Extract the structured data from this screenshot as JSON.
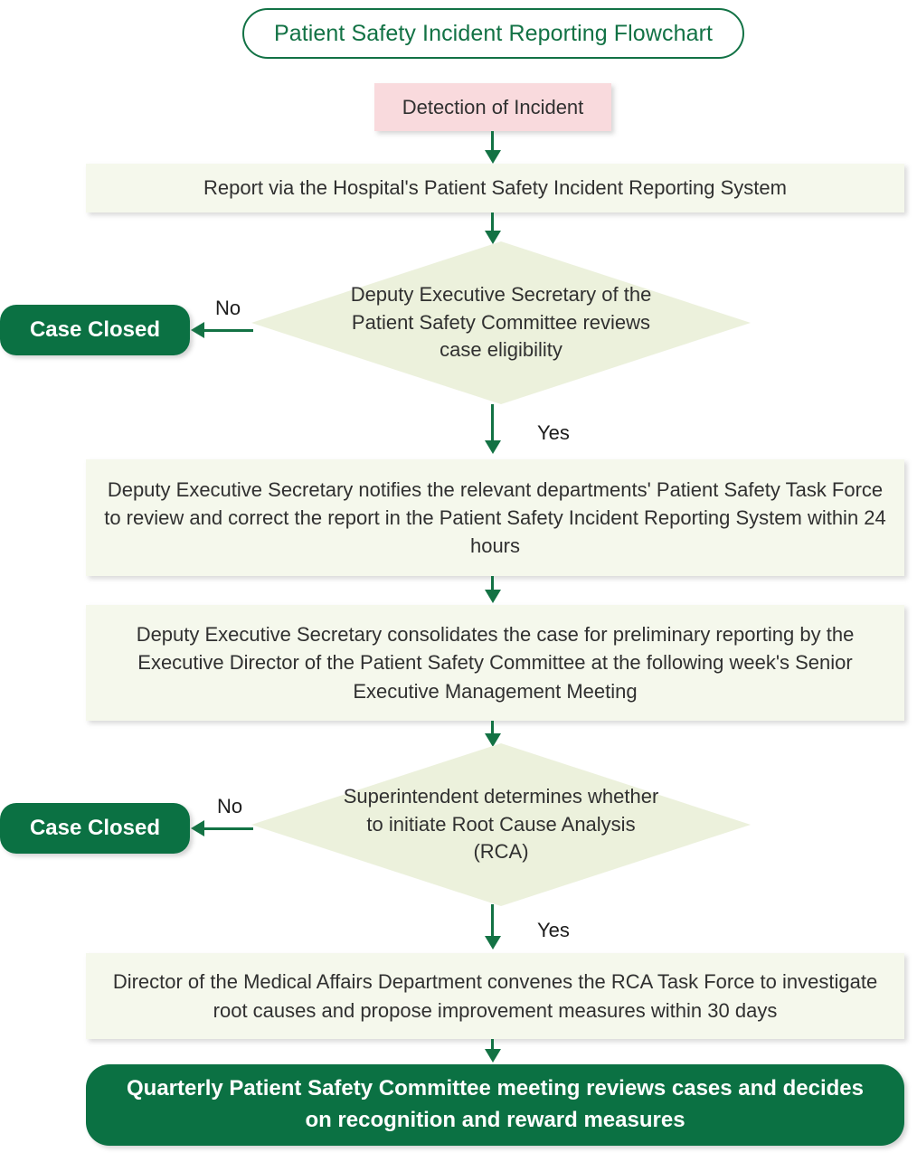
{
  "title": {
    "text": "Patient Safety Incident Reporting Flowchart"
  },
  "palette": {
    "accent_green": "#0b7143",
    "title_green": "#127245",
    "start_pink": "#f9dadd",
    "process_cream": "#f5f8ec",
    "decision_cream": "#ecf1dc",
    "text_dark": "#303030",
    "connector_green": "#137244",
    "page_background": "#ffffff"
  },
  "nodes": {
    "start": {
      "label": "Detection of Incident",
      "shape": "rectangle"
    },
    "process_1": {
      "label": "Report via the Hospital's Patient Safety Incident Reporting System",
      "shape": "rectangle"
    },
    "decision_1": {
      "label": "Deputy Executive Secretary of the Patient Safety Committee reviews case eligibility",
      "shape": "diamond"
    },
    "terminal_1": {
      "label": "Case Closed",
      "shape": "rounded-pill"
    },
    "process_2": {
      "label": "Deputy Executive Secretary notifies the relevant departments' Patient Safety Task Force to review and correct the report in the Patient Safety Incident Reporting System within 24 hours",
      "shape": "rectangle"
    },
    "process_3": {
      "label": "Deputy Executive Secretary consolidates the case for preliminary reporting by the Executive Director of the Patient Safety Committee at the following week's Senior Executive Management Meeting",
      "shape": "rectangle"
    },
    "decision_2": {
      "label": "Superintendent determines whether to initiate Root Cause Analysis (RCA)",
      "shape": "diamond"
    },
    "terminal_2": {
      "label": "Case Closed",
      "shape": "rounded-pill"
    },
    "process_4": {
      "label": "Director of the Medical Affairs Department convenes the RCA Task Force to investigate root causes and propose improvement measures within 30 days",
      "shape": "rectangle"
    },
    "terminal_final": {
      "label": "Quarterly Patient Safety Committee meeting reviews cases and decides on recognition and reward measures",
      "shape": "rounded-pill"
    }
  },
  "edge_labels": {
    "decision_1_no": "No",
    "decision_1_yes": "Yes",
    "decision_2_no": "No",
    "decision_2_yes": "Yes"
  }
}
